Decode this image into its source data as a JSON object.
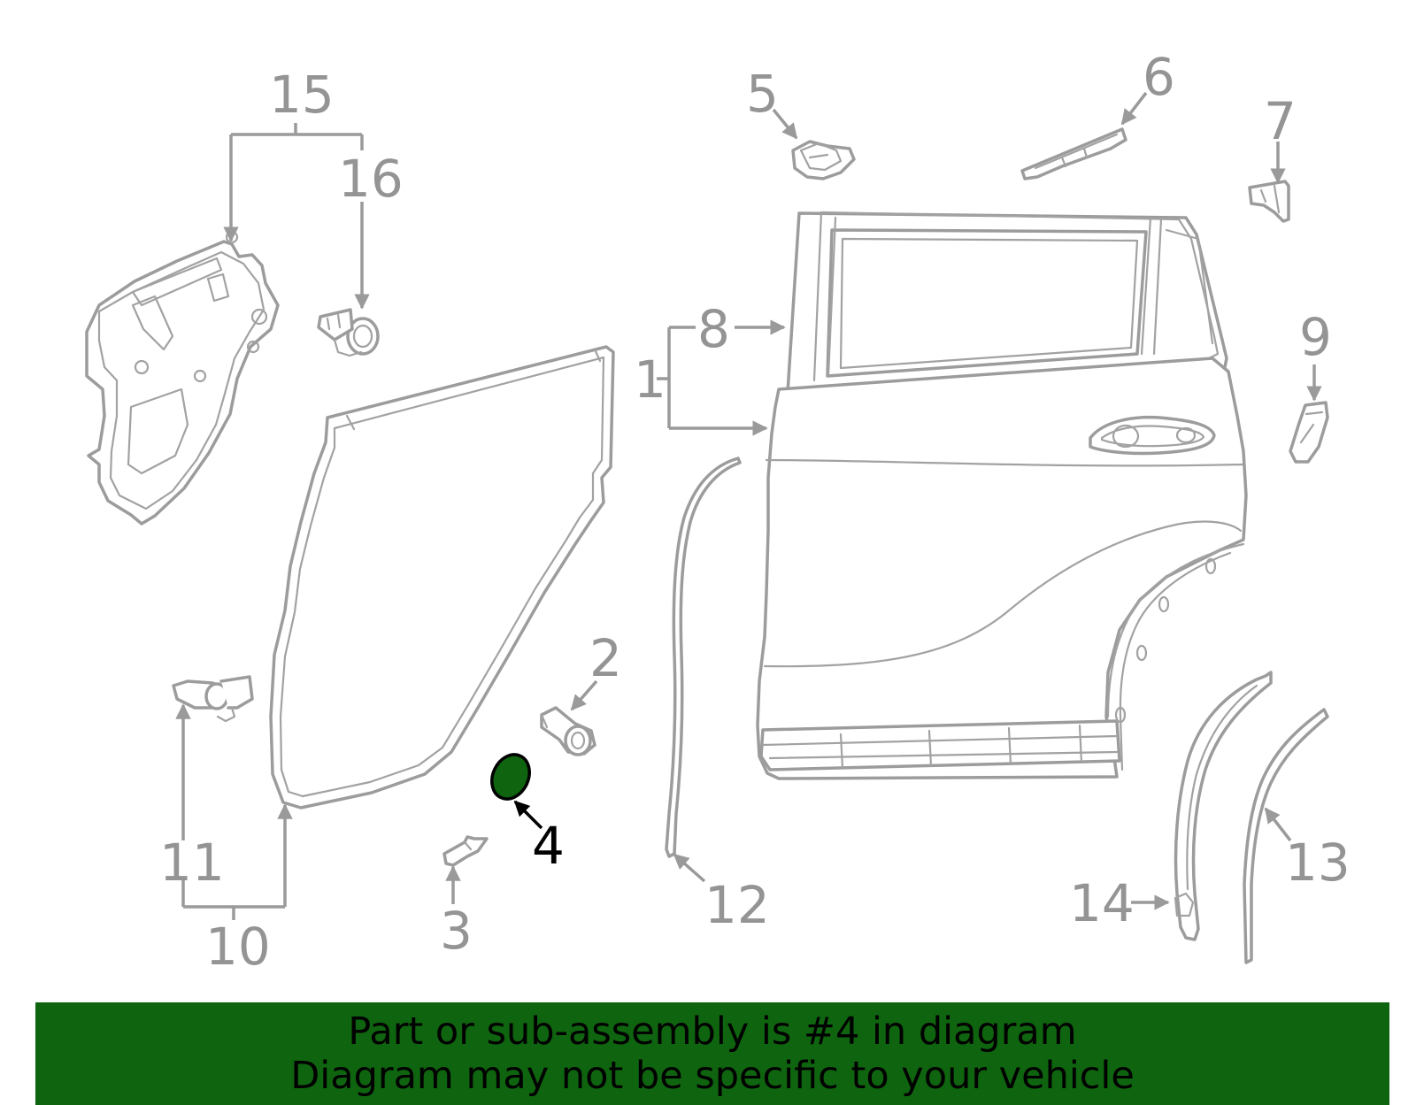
{
  "diagram": {
    "highlight_color": "#0f640f",
    "callouts": {
      "c1": "1",
      "c2": "2",
      "c3": "3",
      "c4": "4",
      "c5": "5",
      "c6": "6",
      "c7": "7",
      "c8": "8",
      "c9": "9",
      "c10": "10",
      "c11": "11",
      "c12": "12",
      "c13": "13",
      "c14": "14",
      "c15": "15",
      "c16": "16"
    },
    "highlighted_part": "4"
  },
  "banner": {
    "line1": "Part or sub-assembly is #4 in diagram",
    "line2": "Diagram may not be specific to your vehicle",
    "background": "#0f640f"
  }
}
